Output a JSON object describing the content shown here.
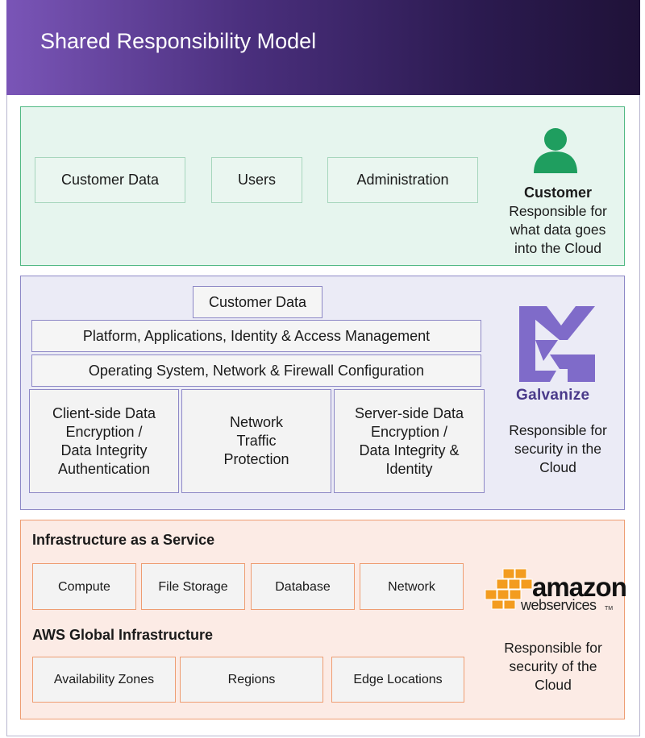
{
  "header": {
    "title": "Shared Responsibility Model"
  },
  "customer_section": {
    "boxes": [
      "Customer Data",
      "Users",
      "Administration"
    ],
    "role_name": "Customer",
    "role_description_lines": [
      "Responsible for",
      "what data goes",
      "into the Cloud"
    ],
    "icon": "user-icon",
    "color": "#52b984"
  },
  "galvanize_section": {
    "top_box": "Customer Data",
    "layer1": "Platform, Applications, Identity & Access Management",
    "layer2": "Operating System, Network & Firewall Configuration",
    "columns": [
      [
        "Client-side Data",
        "Encryption /",
        "Data Integrity",
        "Authentication"
      ],
      [
        "Network",
        "Traffic",
        "Protection"
      ],
      [
        "Server-side Data",
        "Encryption /",
        "Data Integrity &",
        "Identity"
      ]
    ],
    "logo_text": "Galvanize",
    "role_description_lines": [
      "Responsible for",
      "security in the",
      "Cloud"
    ],
    "color": "#7f6bc9"
  },
  "aws_section": {
    "iaas_label": "Infrastructure as a Service",
    "iaas_items": [
      "Compute",
      "File Storage",
      "Database",
      "Network"
    ],
    "global_label": "AWS Global Infrastructure",
    "global_items": [
      "Availability Zones",
      "Regions",
      "Edge Locations"
    ],
    "logo_word": "amazon",
    "logo_sub": "webservices",
    "logo_tm": "TM",
    "role_description_lines": [
      "Responsible for",
      "security of the",
      "Cloud"
    ],
    "color": "#ee9d72",
    "brand_color": "#f39c1f"
  }
}
